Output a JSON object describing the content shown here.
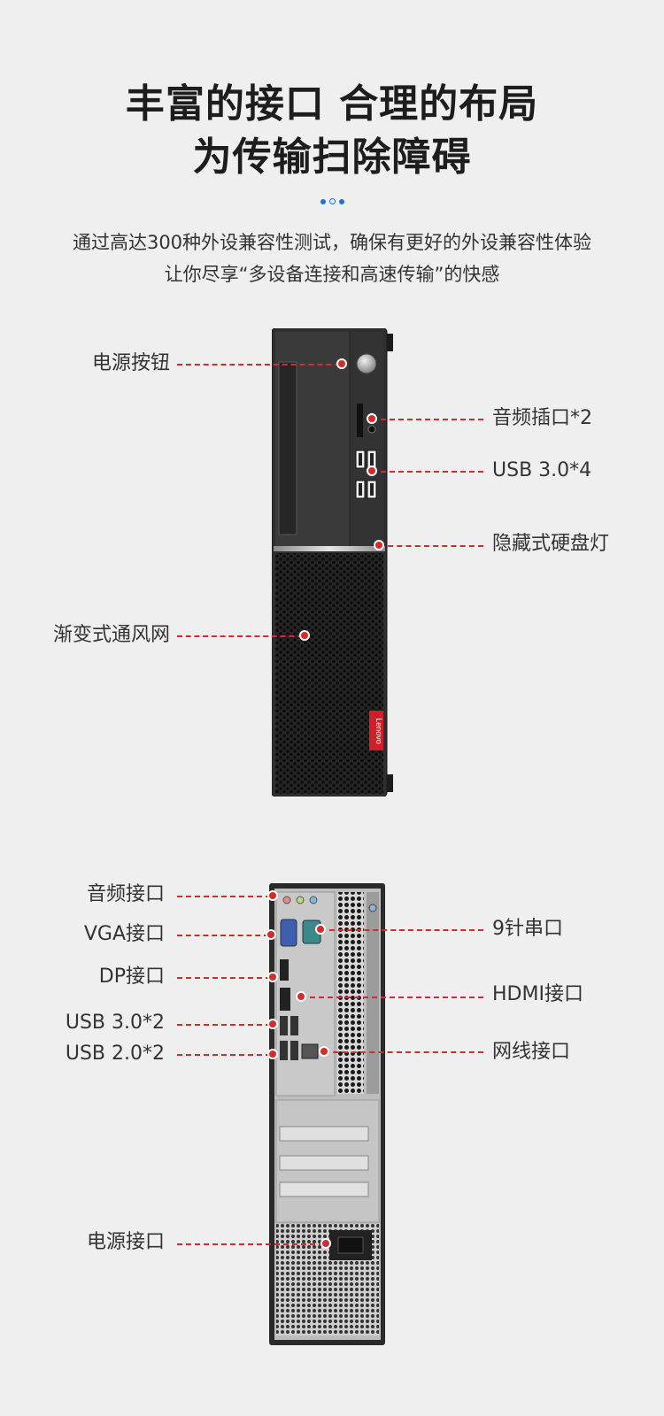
{
  "headline": {
    "line1": "丰富的接口 合理的布局",
    "line2": "为传输扫除障碍"
  },
  "description": {
    "line1": "通过高达300种外设兼容性测试，确保有更好的外设兼容性体验",
    "line2": "让你尽享“多设备连接和高速传输”的快感"
  },
  "front_panel": {
    "brand": "Lenovo",
    "callouts": {
      "power_button": "电源按钮",
      "audio_jacks": "音频插口*2",
      "usb30": "USB 3.0*4",
      "hdd_light": "隐藏式硬盘灯",
      "vent": "渐变式通风网"
    }
  },
  "rear_panel": {
    "callouts": {
      "audio": "音频接口",
      "vga": "VGA接口",
      "dp": "DP接口",
      "usb30": "USB 3.0*2",
      "usb20": "USB 2.0*2",
      "serial": "9针串口",
      "hdmi": "HDMI接口",
      "ethernet": "网线接口",
      "power": "电源接口"
    }
  },
  "colors": {
    "accent_red": "#d42b2b",
    "dot_blue": "#1e6fe0",
    "chassis_dark": "#2b2b2b",
    "brand_red": "#d01f27"
  }
}
